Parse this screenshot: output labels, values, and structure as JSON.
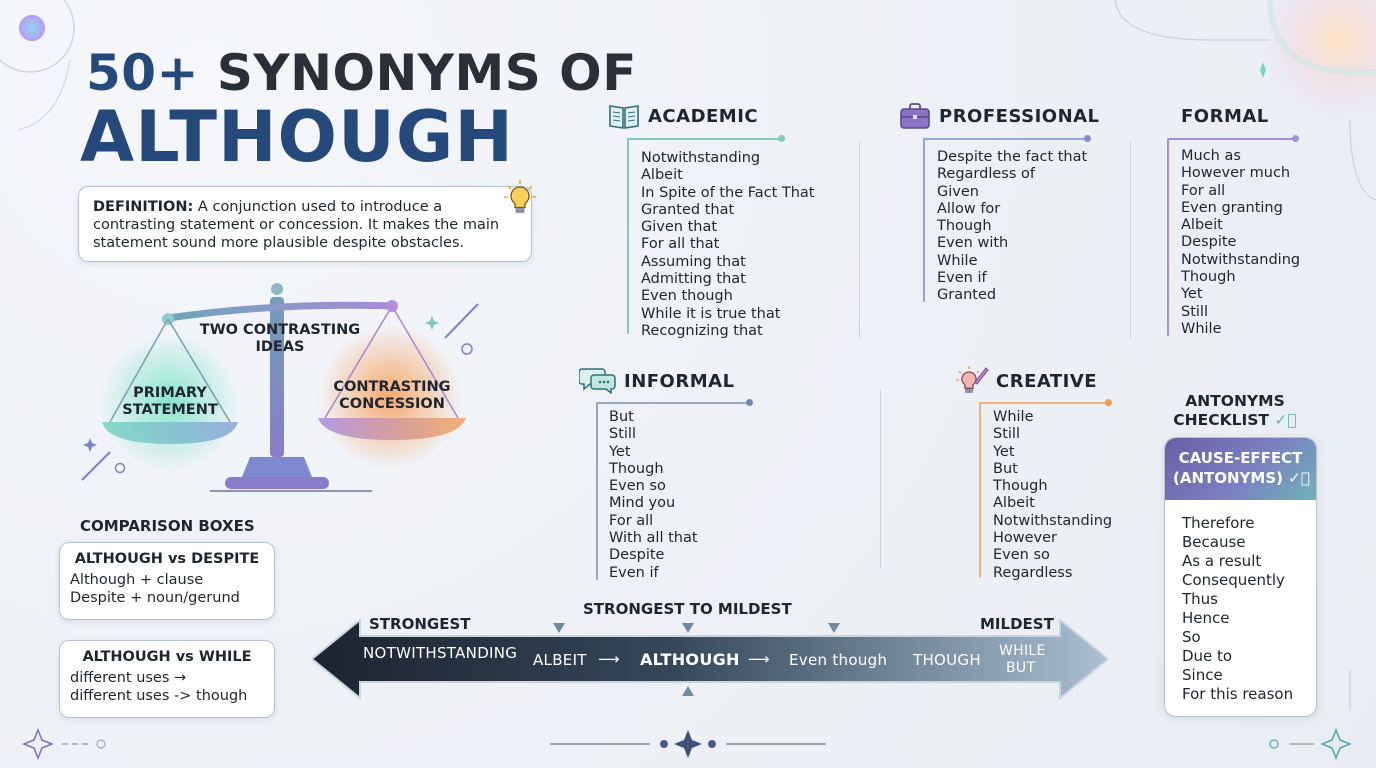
{
  "title": {
    "line1_number": "50+",
    "line1_rest": " SYNONYMS OF",
    "line2": "ALTHOUGH"
  },
  "definition": {
    "label": "DEFINITION:",
    "text": " A conjunction used to introduce a contrasting statement or concession. It makes the main statement sound more plausible despite obstacles."
  },
  "scale": {
    "center_label": "TWO CONTRASTING IDEAS",
    "left_pan": "PRIMARY STATEMENT",
    "right_pan": "CONTRASTING CONCESSION"
  },
  "categories": {
    "academic": {
      "title": "ACADEMIC",
      "icon": "book-icon",
      "items": [
        "Notwithstanding",
        "Albeit",
        "In Spite of the Fact That",
        "Granted that",
        "Given that",
        "For all that",
        "Assuming that",
        "Admitting that",
        "Even though",
        "While it is true that",
        "Recognizing that"
      ]
    },
    "professional": {
      "title": "PROFESSIONAL",
      "icon": "briefcase-icon",
      "items": [
        "Despite the fact that",
        "Regardless of",
        "Given",
        "Allow for",
        "Though",
        "Even with",
        "While",
        "Even if",
        "Granted"
      ]
    },
    "formal": {
      "title": "FORMAL",
      "items": [
        "Much as",
        "However much",
        "For all",
        "Even granting",
        "Albeit",
        "Despite",
        "Notwithstanding",
        "Though",
        "Yet",
        "Still",
        "While"
      ]
    },
    "informal": {
      "title": "INFORMAL",
      "icon": "chat-bubbles-icon",
      "items": [
        "But",
        "Still",
        "Yet",
        "Though",
        "Even so",
        "Mind you",
        "For all",
        "With all that",
        "Despite",
        "Even if"
      ]
    },
    "creative": {
      "title": "CREATIVE",
      "icon": "paint-bulb-icon",
      "items": [
        "While",
        "Still",
        "Yet",
        "But",
        "Though",
        "Albeit",
        "Notwithstanding",
        "However",
        "Even so",
        "Regardless"
      ]
    }
  },
  "antonyms": {
    "heading_line1": "ANTONYMS",
    "heading_line2": "CHECKLIST",
    "box_title_line1": "CAUSE-EFFECT",
    "box_title_line2": "(ANTONYMS)",
    "items": [
      "Therefore",
      "Because",
      "As a result",
      "Consequently",
      "Thus",
      "Hence",
      "So",
      "Due to",
      "Since",
      "For this reason"
    ]
  },
  "comparison": {
    "heading": "COMPARISON BOXES",
    "box1": {
      "title": "ALTHOUGH vs DESPITE",
      "line1": "Although + clause",
      "line2": "Despite + noun/gerund"
    },
    "box2": {
      "title": "ALTHOUGH vs WHILE",
      "line1": "different uses →",
      "line2": "different uses -> though"
    }
  },
  "strength": {
    "heading": "STRONGEST TO MILDEST",
    "left_label": "STRONGEST",
    "right_label": "MILDEST",
    "words": {
      "w1": "NOTWITHSTANDING",
      "w2": "ALBEIT",
      "arrow1": "⟶",
      "w3": "ALTHOUGH",
      "arrow2": "⟶",
      "w4": "Even though",
      "w5": "THOUGH",
      "w6a": "WHILE",
      "w6b": "BUT"
    }
  },
  "colors": {
    "title_blue": "#24497a",
    "teal": "#6fc7b8",
    "purple": "#8c7fd0",
    "orange": "#f3a25c"
  }
}
